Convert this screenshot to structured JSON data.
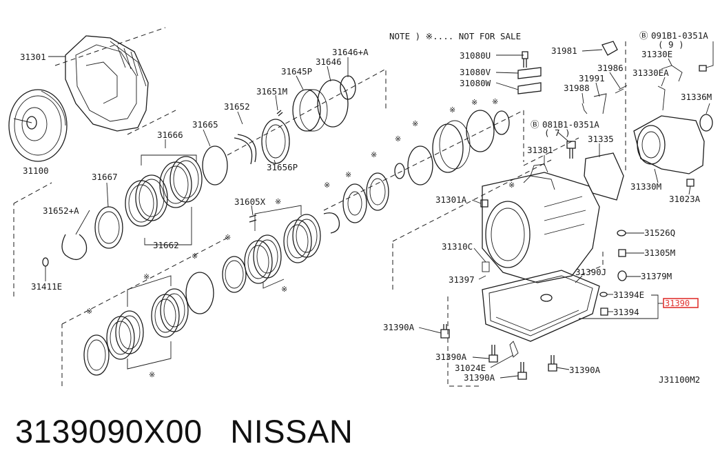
{
  "note": "NOTE ) ※.... NOT FOR SALE",
  "diagram_code": "J31100M2",
  "highlight": {
    "label": "31390",
    "color": "#e0322f"
  },
  "caption": {
    "part_number": "3139090X00",
    "brand": "NISSAN"
  },
  "labels": {
    "l31301": "31301",
    "l31100": "31100",
    "l31666": "31666",
    "l31665": "31665",
    "l31652": "31652",
    "l31651M": "31651M",
    "l31645P": "31645P",
    "l31646": "31646",
    "l31646A": "31646+A",
    "l31656P": "31656P",
    "l31667": "31667",
    "l31652A": "31652+A",
    "l31662": "31662",
    "l31605X": "31605X",
    "l31411E": "31411E",
    "l31080U": "31080U",
    "l31080V": "31080V",
    "l31080W": "31080W",
    "l31981": "31981",
    "l31986": "31986",
    "l31991": "31991",
    "l31988": "31988",
    "l0351A9": "091B1-0351A",
    "l9": "( 9 )",
    "l31330E": "31330E",
    "l31330EA": "31330EA",
    "l31336M": "31336M",
    "l0351A7": "081B1-0351A",
    "l7": "( 7 )",
    "l31381": "31381",
    "l31335": "31335",
    "l31330M": "31330M",
    "l31023A": "31023A",
    "l31301A": "31301A",
    "l31310C": "31310C",
    "l31397": "31397",
    "l31390J": "31390J",
    "l31526Q": "31526Q",
    "l31305M": "31305M",
    "l31379M": "31379M",
    "l31394E": "31394E",
    "l31394": "31394",
    "l31390A_1": "31390A",
    "l31390A_2": "31390A",
    "l31024E": "31024E",
    "l31390A_3": "31390A",
    "l31390A_4": "31390A"
  }
}
